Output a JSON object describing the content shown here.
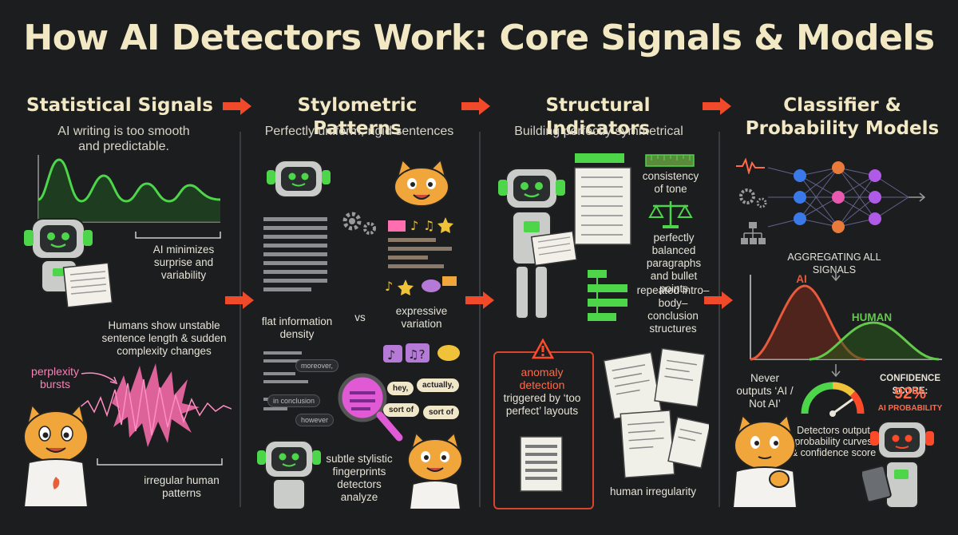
{
  "title": "How AI Detectors Work: Core Signals & Models",
  "columns": [
    {
      "title": "Statistical Signals",
      "subtitle": "AI writing is too smooth and predictable.",
      "notes": {
        "ai_minimizes": "AI minimizes surprise and variability",
        "humans_show": "Humans show unstable sentence length & sudden complexity changes",
        "perplexity": "perplexity bursts",
        "irregular": "irregular human patterns"
      }
    },
    {
      "title": "Stylometric Patterns",
      "subtitle": "Perfectly uniform, rigid sentences",
      "notes": {
        "flat": "flat information density",
        "vs": "vs",
        "expressive": "expressive variation",
        "fingerprints": "subtle stylistic fingerprints detectors analyze"
      },
      "ai_tags": [
        "moreover,",
        "in conclusion",
        "however"
      ],
      "human_tags": [
        "hey,",
        "actually,",
        "sort of",
        "sort of"
      ]
    },
    {
      "title": "Structural Indicators",
      "subtitle": "Building perfectly symmetrical",
      "notes": {
        "tone": "consistency of tone",
        "balanced": "perfectly balanced paragraphs and bullet points",
        "repeated": "repeated intro–body–conclusion structures",
        "anomaly": "anomaly detection",
        "triggered": "triggered by ‘too perfect’ layouts",
        "human_irregularity": "human irregularity"
      }
    },
    {
      "title": "Classifier & Probability Models",
      "notes": {
        "aggregating": "AGGREGATING ALL SIGNALS",
        "ai_label": "AI",
        "human_label": "HUMAN",
        "never": "Never outputs ‘AI / Not AI’",
        "confidence_label": "CONFIDENCE SCORE:",
        "confidence_value": "92%",
        "ai_probability": "AI PROBABILITY",
        "output": "Detectors output probability curves & confidence score"
      }
    }
  ],
  "colors": {
    "background": "#1b1d1f",
    "heading": "#f2e9c4",
    "arrow": "#f04a2a",
    "ai_curve": "#e85a3c",
    "human_curve": "#63c94d",
    "signal_green": "#4dd64a",
    "burst_pink": "#ff6fb0"
  },
  "icons": [
    "robot-icon",
    "cat-icon",
    "gear-icon",
    "neural-network-icon",
    "scale-icon",
    "ruler-icon",
    "magnifier-icon",
    "warning-icon",
    "document-icon",
    "gauge-icon",
    "music-note-icon",
    "star-icon"
  ]
}
